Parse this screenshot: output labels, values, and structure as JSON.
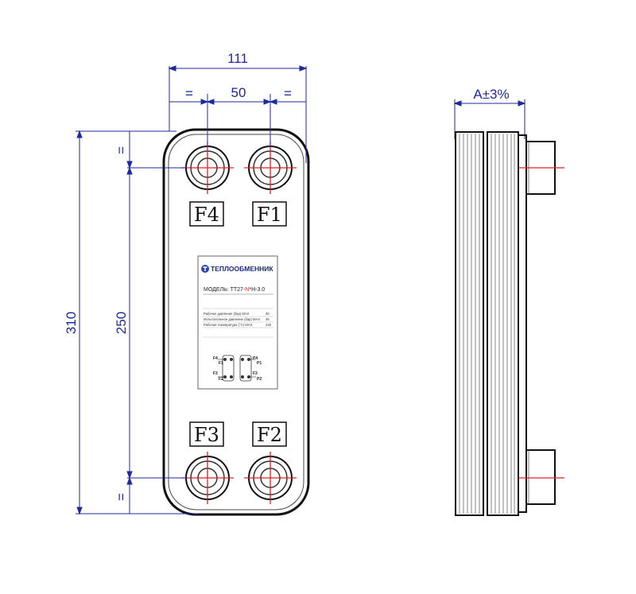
{
  "dimensions": {
    "width_overall": "111",
    "port_spacing_horizontal": "50",
    "equal_left": "=",
    "equal_right": "=",
    "height_overall": "310",
    "port_spacing_vertical": "250",
    "equal_top": "=",
    "equal_bottom": "=",
    "thickness": "A±3%"
  },
  "ports": {
    "top_left": "F4",
    "top_right": "F1",
    "bottom_left": "F3",
    "bottom_right": "F2"
  },
  "nameplate": {
    "brand": "ТЕПЛООБМЕННИК",
    "model_prefix": "МОДЕЛЬ: ТТ27-",
    "model_mid": "N",
    "model_suffix": "*Н-3.0",
    "rows": [
      {
        "label": "Рабочее давление (бар) MAX",
        "value": "30"
      },
      {
        "label": "Испытательное давление (бар) MAX",
        "value": "45"
      },
      {
        "label": "Рабочая температура (°C) MAX",
        "value": "225"
      }
    ],
    "scheme": {
      "p4": "F4",
      "p1": "F1",
      "p3": "F3",
      "p2": "F2",
      "q4": "P4",
      "q1": "P1",
      "q3": "F3",
      "q2": "P2"
    }
  },
  "colors": {
    "dimension": "#1f2a9e",
    "centerline": "#e02020",
    "outline": "#111111"
  }
}
